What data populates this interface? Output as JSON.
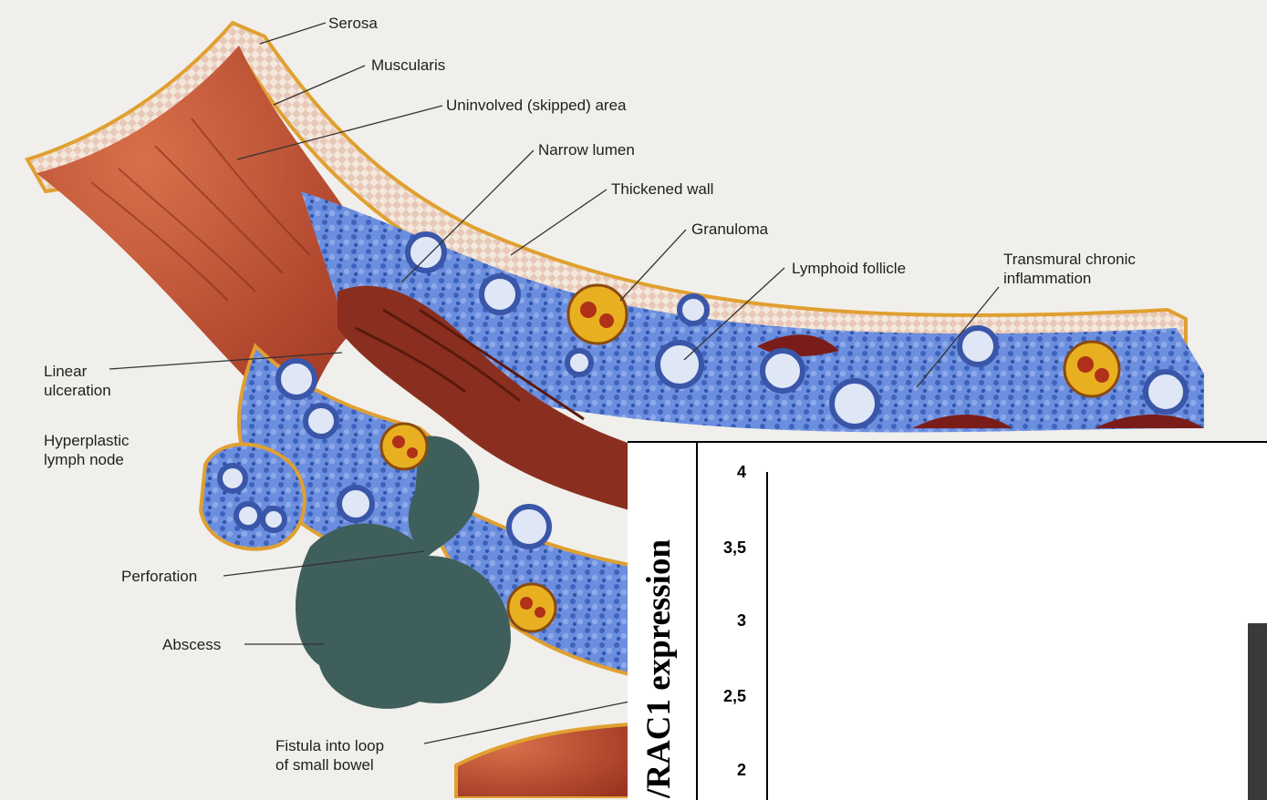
{
  "labels": {
    "serosa": "Serosa",
    "muscularis": "Muscularis",
    "uninvolved": "Uninvolved (skipped) area",
    "narrow_lumen": "Narrow lumen",
    "thickened_wall": "Thickened wall",
    "granuloma": "Granuloma",
    "lymphoid_follicle": "Lymphoid follicle",
    "transmural": "Transmural chronic\ninflammation",
    "linear_ulceration": "Linear\nulceration",
    "hyperplastic": "Hyperplastic\nlymph node",
    "perforation": "Perforation",
    "abscess": "Abscess",
    "fistula": "Fistula into loop\nof small bowel"
  },
  "chart_inset": {
    "ylabel": "/RAC1 expression",
    "ticks": [
      "4",
      "3,5",
      "3",
      "2,5",
      "2"
    ]
  },
  "colors": {
    "mucosa": "#b8452a",
    "serosa": "#e0a030",
    "inflammation": "#4a6fc4",
    "abscess": "#3f5f5c",
    "granuloma": "#e8b020"
  }
}
